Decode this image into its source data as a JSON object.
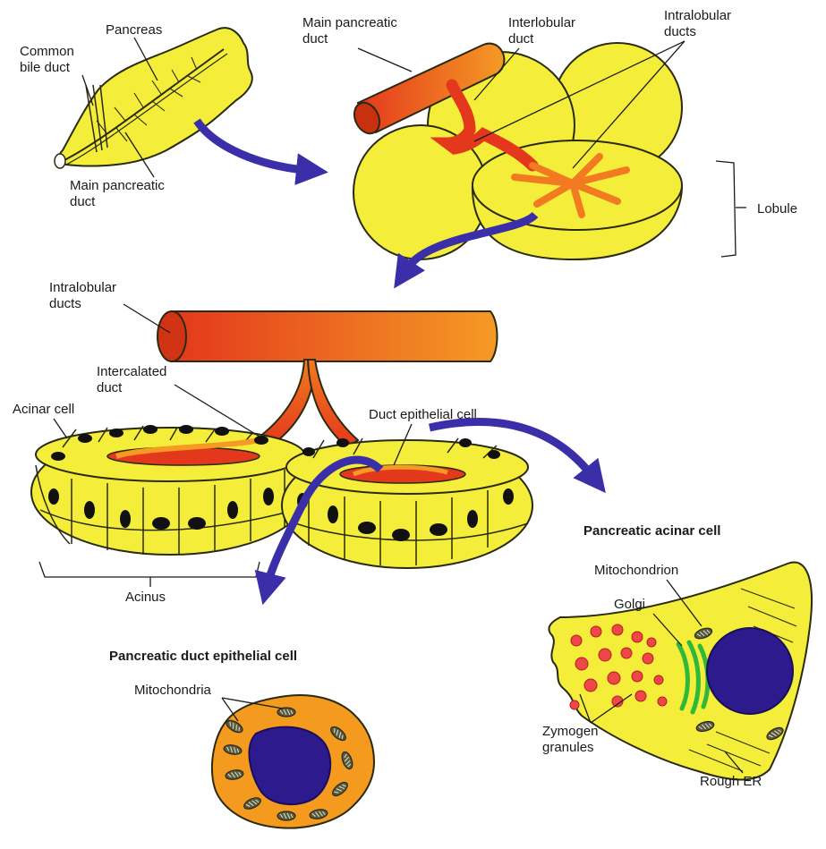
{
  "colors": {
    "tissue": "#f4ee3a",
    "duct_dark": "#e4381c",
    "duct_light": "#f59a25",
    "arrow": "#3a2fa8",
    "nucleus": "#2d1a8c",
    "epithelial_cell": "#f39a1f",
    "granule": "#ef4747",
    "golgi": "#2fb83a",
    "mito": "#5a5a45"
  },
  "labels": {
    "pancreas": "Pancreas",
    "common_bile_duct": [
      "Common",
      "bile duct"
    ],
    "main_pancreatic_duct_bottom": [
      "Main pancreatic",
      "duct"
    ],
    "main_pancreatic_duct_top": [
      "Main pancreatic",
      "duct"
    ],
    "interlobular_duct": [
      "Interlobular",
      "duct"
    ],
    "intralobular_ducts_top": [
      "Intralobular",
      "ducts"
    ],
    "lobule": "Lobule",
    "intralobular_ducts_mid": [
      "Intralobular",
      "ducts"
    ],
    "intercalated_duct": [
      "Intercalated",
      "duct"
    ],
    "acinar_cell": "Acinar cell",
    "duct_epithelial_cell": "Duct epithelial cell",
    "acinus": "Acinus",
    "mitochondria": "Mitochondria",
    "mitochondrion": "Mitochondrion",
    "golgi": "Golgi",
    "zymogen_granules": [
      "Zymogen",
      "granules"
    ],
    "rough_er": "Rough ER"
  },
  "titles": {
    "acinar_cell": "Pancreatic acinar cell",
    "duct_epithelial_cell": "Pancreatic duct epithelial cell"
  },
  "icons": [
    "blue-flow-arrow",
    "mitochondrion-icon",
    "nucleus-icon"
  ]
}
